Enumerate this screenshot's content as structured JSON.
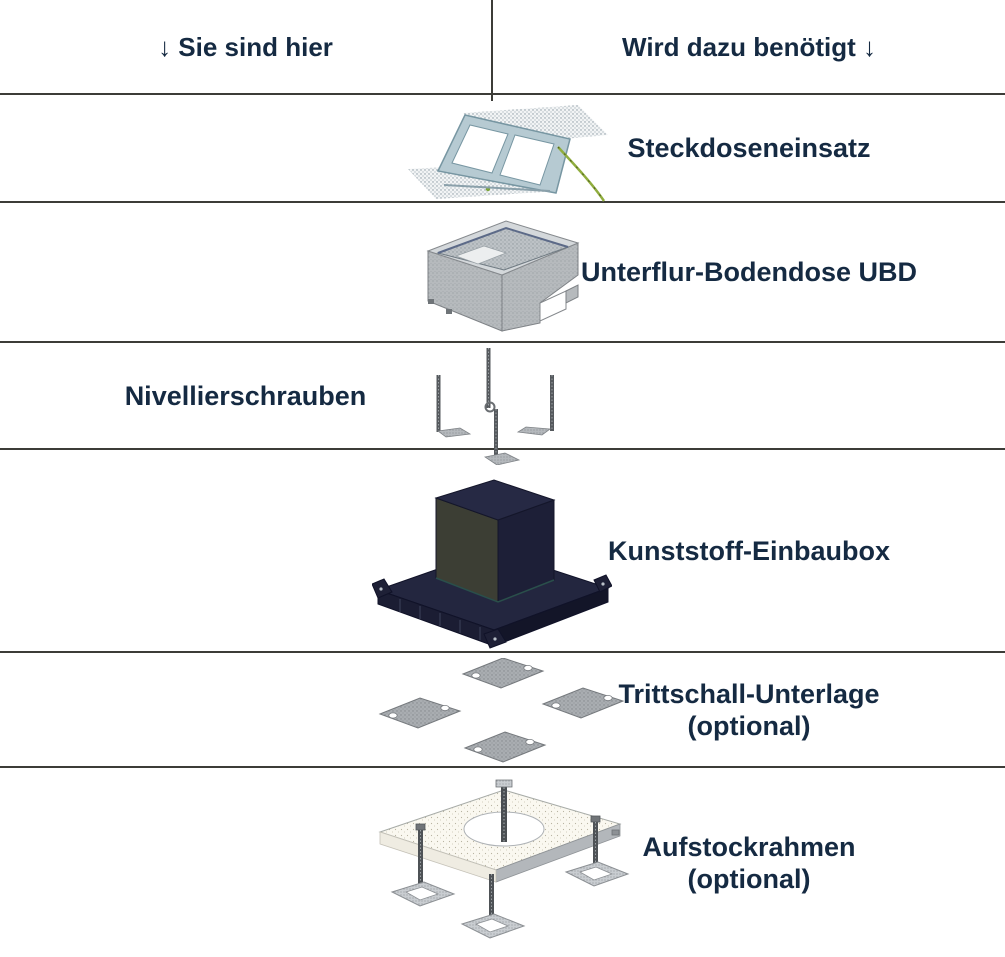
{
  "header": {
    "left_label": "↓ Sie sind hier",
    "right_label": "Wird dazu benötigt ↓"
  },
  "rows": [
    {
      "name": "steckdoseneinsatz",
      "label": "Steckdoseneinsatz",
      "label_side": "right",
      "image": "socket-insert-illustration"
    },
    {
      "name": "unterflur-bodendose",
      "label": "Unterflur-Bodendose UBD",
      "label_side": "right",
      "image": "underfloor-box-illustration"
    },
    {
      "name": "nivellierschrauben",
      "label": "Nivellierschrauben",
      "label_side": "left",
      "image": "leveling-screws-illustration"
    },
    {
      "name": "kunststoff-einbaubox",
      "label": "Kunststoff-Einbaubox",
      "label_side": "right",
      "image": "plastic-mounting-box-illustration"
    },
    {
      "name": "trittschall-unterlage",
      "label_line1": "Trittschall-Unterlage",
      "label_line2": "(optional)",
      "label_side": "right",
      "image": "impact-sound-pads-illustration"
    },
    {
      "name": "aufstockrahmen",
      "label_line1": "Aufstockrahmen",
      "label_line2": "(optional)",
      "label_side": "right",
      "image": "raising-frame-illustration"
    }
  ],
  "colors": {
    "text": "#152a42",
    "rule_lines": "#3c3c38",
    "background": "#ffffff",
    "wire_green": "#90ad3e",
    "metal_gray": "#b6babd",
    "dark_box": "#23263f"
  }
}
